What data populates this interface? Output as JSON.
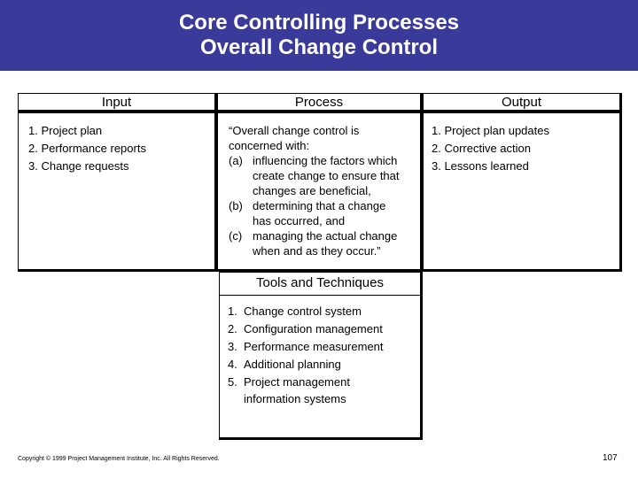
{
  "header": {
    "title_line1": "Core Controlling Processes",
    "title_line2": "Overall Change Control"
  },
  "input": {
    "heading": "Input",
    "items": [
      "1. Project plan",
      "2. Performance reports",
      "3. Change requests"
    ]
  },
  "process": {
    "heading": "Process",
    "intro_line1": "“Overall change control is",
    "intro_line2": "concerned with:",
    "items": [
      {
        "mark": "(a)",
        "lines": [
          "influencing the factors which",
          "create change to ensure that",
          "changes are beneficial,"
        ]
      },
      {
        "mark": "(b)",
        "lines": [
          "determining that a change",
          "has occurred, and"
        ]
      },
      {
        "mark": "(c)",
        "lines": [
          "managing the actual change",
          "when and as they occur.”"
        ]
      }
    ]
  },
  "output": {
    "heading": "Output",
    "items": [
      "1. Project plan updates",
      "2. Corrective action",
      "3. Lessons learned"
    ]
  },
  "tools": {
    "heading": "Tools and Techniques",
    "items": [
      {
        "num": "1.",
        "text": "Change control system"
      },
      {
        "num": "2.",
        "text": "Configuration management"
      },
      {
        "num": "3.",
        "text": "Performance measurement"
      },
      {
        "num": "4.",
        "text": "Additional planning"
      },
      {
        "num": "5.",
        "text": "Project management",
        "cont": "information systems"
      }
    ]
  },
  "footer": {
    "copyright": "Copyright © 1999 Project Management Institute, Inc. All Rights Reserved.",
    "page_number": "107"
  }
}
